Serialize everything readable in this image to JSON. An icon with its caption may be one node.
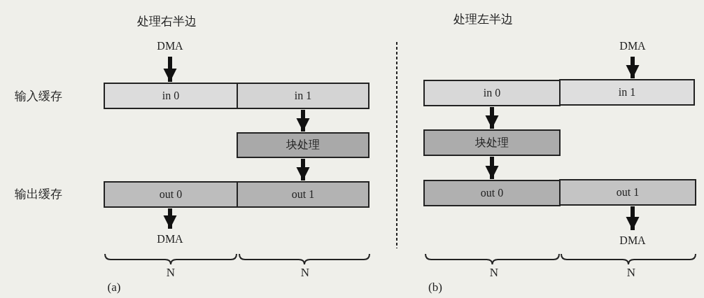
{
  "diagram": {
    "nodes": [
      {
        "text": [
          "DMA"
        ]
      },
      {
        "text": [
          "in 0"
        ]
      },
      {
        "text": [
          "in 1"
        ]
      },
      {
        "text": [
          "块处理"
        ]
      },
      {
        "text": [
          "out 0"
        ]
      },
      {
        "text": [
          "out 1"
        ]
      },
      {
        "text": [
          "DMA"
        ]
      },
      {
        "text": [
          "DMA"
        ]
      },
      {
        "text": [
          "in 0"
        ]
      },
      {
        "text": [
          "in 1"
        ]
      },
      {
        "text": [
          "块处理"
        ]
      },
      {
        "text": [
          "out 0"
        ]
      },
      {
        "text": [
          "out 1"
        ]
      },
      {
        "text": [
          "DMA"
        ]
      }
    ],
    "edges": [
      {
        "from": 0,
        "to": 1,
        "arrow": "to"
      },
      {
        "from": 2,
        "to": 3,
        "arrow": "to"
      },
      {
        "from": 3,
        "to": 5,
        "arrow": "to"
      },
      {
        "from": 4,
        "to": 6,
        "arrow": "to"
      },
      {
        "from": 7,
        "to": 9,
        "arrow": "to"
      },
      {
        "from": 8,
        "to": 10,
        "arrow": "to"
      },
      {
        "from": 10,
        "to": 11,
        "arrow": "to"
      },
      {
        "from": 12,
        "to": 13,
        "arrow": "to"
      }
    ],
    "labels": [
      "处理右半边",
      "处理左半边",
      "输入缓存",
      "输出缓存",
      "N",
      "N",
      "N",
      "N",
      "(a)",
      "(b)"
    ]
  }
}
